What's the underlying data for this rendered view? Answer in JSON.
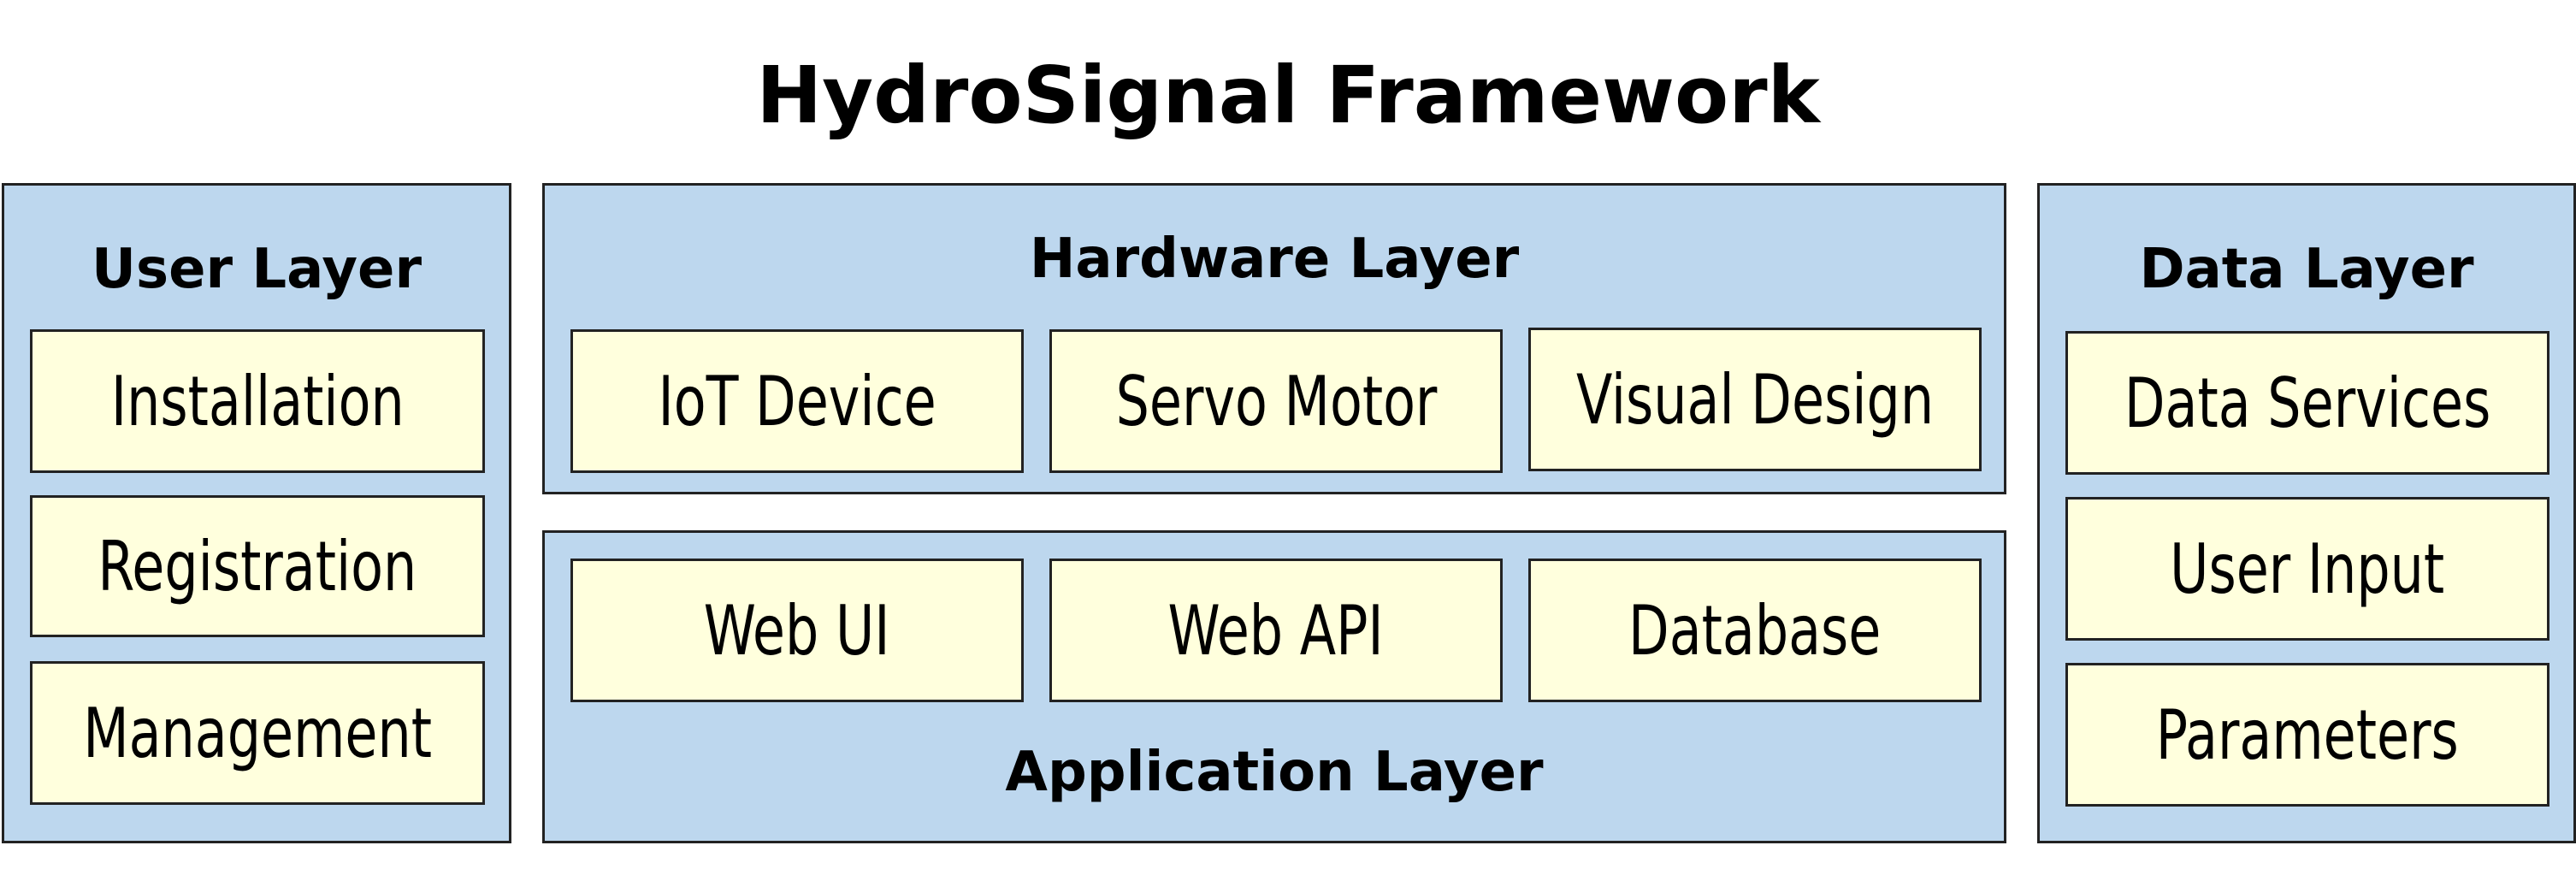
{
  "title": "HydroSignal Framework",
  "colors": {
    "layer_fill": "#bdd7ee",
    "box_fill": "#ffffdd",
    "border": "#222222",
    "text": "#000000"
  },
  "layers": {
    "user": {
      "label": "User Layer",
      "items": [
        "Installation",
        "Registration",
        "Management"
      ]
    },
    "hardware": {
      "label": "Hardware Layer",
      "items": [
        "IoT Device",
        "Servo Motor",
        "Visual Design"
      ]
    },
    "application": {
      "label": "Application Layer",
      "items": [
        "Web UI",
        "Web API",
        "Database"
      ]
    },
    "data": {
      "label": "Data Layer",
      "items": [
        "Data Services",
        "User Input",
        "Parameters"
      ]
    }
  }
}
